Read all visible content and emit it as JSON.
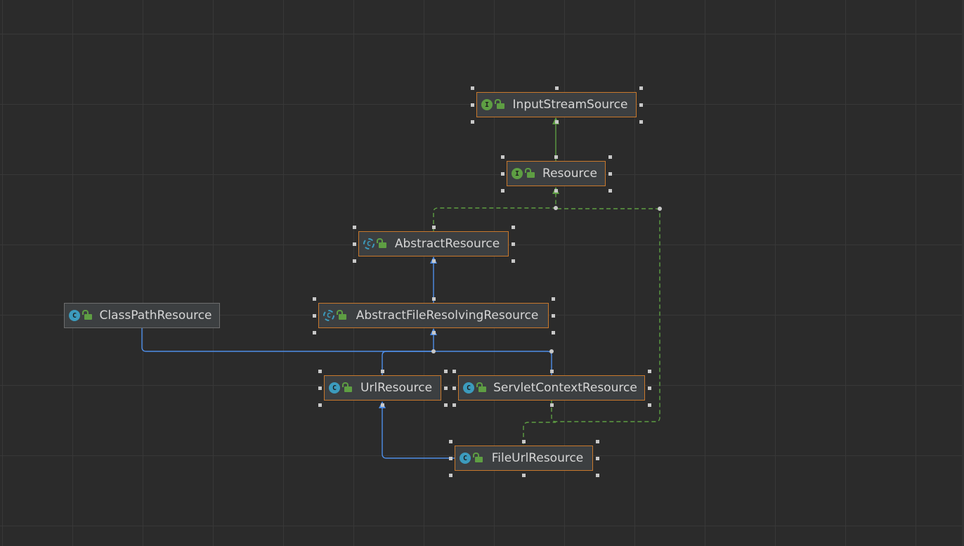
{
  "diagram": {
    "nodes": [
      {
        "id": "InputStreamSource",
        "label": "InputStreamSource",
        "kind": "interface",
        "glyph": "I",
        "selected": true
      },
      {
        "id": "Resource",
        "label": "Resource",
        "kind": "interface",
        "glyph": "I",
        "selected": true
      },
      {
        "id": "AbstractResource",
        "label": "AbstractResource",
        "kind": "abstract-class",
        "glyph": "C",
        "selected": true
      },
      {
        "id": "AbstractFileResolvingResource",
        "label": "AbstractFileResolvingResource",
        "kind": "abstract-class",
        "glyph": "C",
        "selected": true
      },
      {
        "id": "ClassPathResource",
        "label": "ClassPathResource",
        "kind": "class",
        "glyph": "C",
        "selected": false
      },
      {
        "id": "UrlResource",
        "label": "UrlResource",
        "kind": "class",
        "glyph": "C",
        "selected": true
      },
      {
        "id": "ServletContextResource",
        "label": "ServletContextResource",
        "kind": "class",
        "glyph": "C",
        "selected": true
      },
      {
        "id": "FileUrlResource",
        "label": "FileUrlResource",
        "kind": "class",
        "glyph": "C",
        "selected": true
      }
    ],
    "edges": [
      {
        "from": "Resource",
        "to": "InputStreamSource",
        "type": "extends-interface"
      },
      {
        "from": "AbstractResource",
        "to": "Resource",
        "type": "implements"
      },
      {
        "from": "ServletContextResource",
        "to": "Resource",
        "type": "implements"
      },
      {
        "from": "FileUrlResource",
        "to": "Resource",
        "type": "implements"
      },
      {
        "from": "AbstractFileResolvingResource",
        "to": "AbstractResource",
        "type": "extends"
      },
      {
        "from": "ClassPathResource",
        "to": "AbstractFileResolvingResource",
        "type": "extends"
      },
      {
        "from": "UrlResource",
        "to": "AbstractFileResolvingResource",
        "type": "extends"
      },
      {
        "from": "ServletContextResource",
        "to": "AbstractFileResolvingResource",
        "type": "extends"
      },
      {
        "from": "FileUrlResource",
        "to": "UrlResource",
        "type": "extends"
      }
    ],
    "colors": {
      "background": "#2b2b2b",
      "grid": "#383838",
      "node_fill": "#3c3f41",
      "node_border_selected": "#c8782c",
      "node_border": "#6e6e6e",
      "extends_edge": "#4e8ee8",
      "implements_edge": "#5e9e43",
      "text": "#d6d6d6"
    }
  }
}
